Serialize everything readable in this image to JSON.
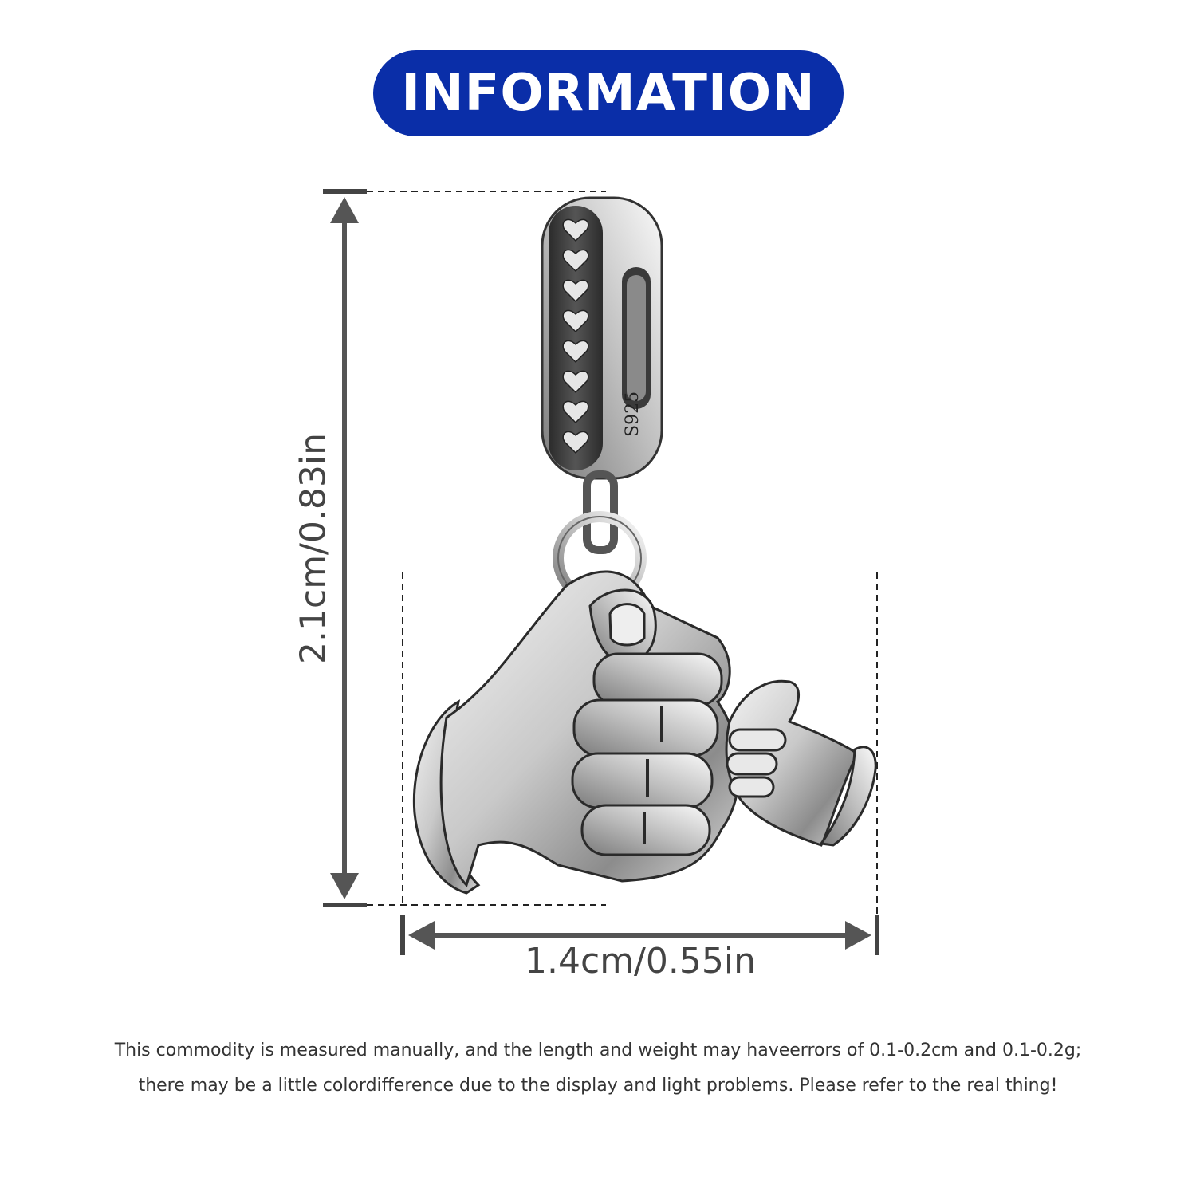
{
  "banner": {
    "title": "INFORMATION",
    "color": "#0a2ea8"
  },
  "dimensions": {
    "height_label": "2.1cm/0.83in",
    "width_label": "1.4cm/0.55in"
  },
  "product": {
    "stamp": "S925",
    "icon": "fist-bump-charm"
  },
  "note": {
    "line1": "This commodity is measured manually, and the length and weight may haveerrors of 0.1-0.2cm and 0.1-0.2g;",
    "line2": "there may be a little colordifference due to the display and light problems. Please refer to the real thing!"
  }
}
